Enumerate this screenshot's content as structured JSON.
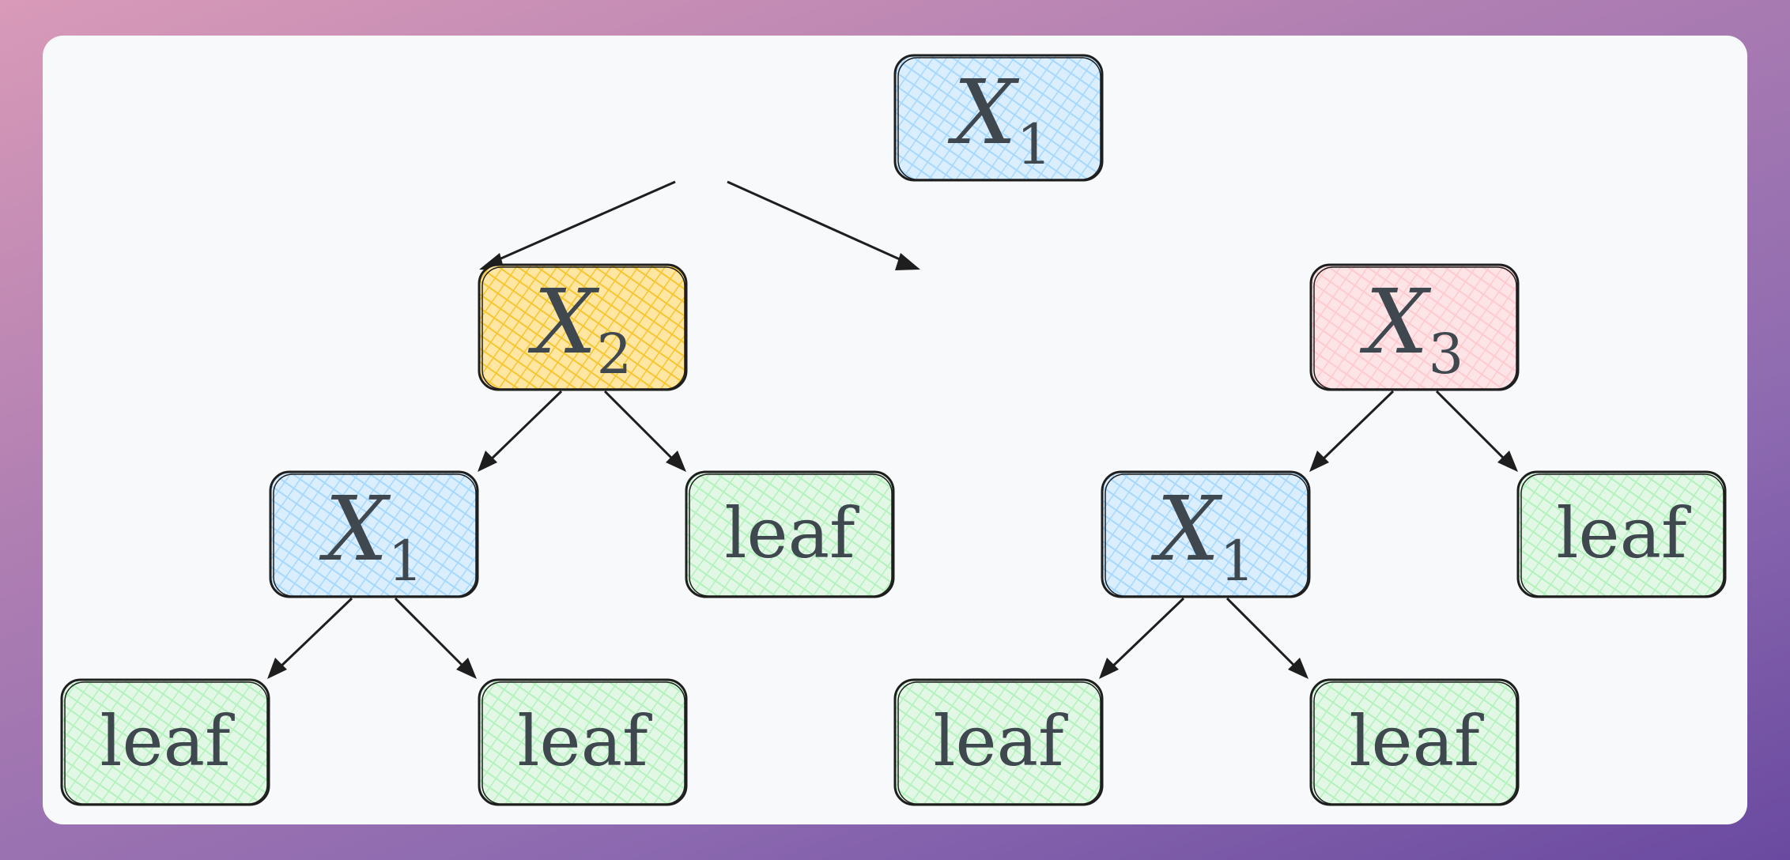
{
  "theme": {
    "blue_fill": "#a5d8ff",
    "yellow_fill": "#ffd43b",
    "pink_fill": "#ffc9c9",
    "green_fill": "#b2f2bb",
    "stroke": "#1e1e1e",
    "text": "#3f474f"
  },
  "tree": {
    "root": {
      "var": "X",
      "sub": "1",
      "color": "blue"
    },
    "left": {
      "var": "X",
      "sub": "2",
      "color": "yellow"
    },
    "right": {
      "var": "X",
      "sub": "3",
      "color": "pink"
    },
    "left_left": {
      "var": "X",
      "sub": "1",
      "color": "blue"
    },
    "left_right": {
      "label": "leaf",
      "color": "green"
    },
    "right_left": {
      "var": "X",
      "sub": "1",
      "color": "blue"
    },
    "right_right": {
      "label": "leaf",
      "color": "green"
    },
    "left_left_left": {
      "label": "leaf",
      "color": "green"
    },
    "left_left_right": {
      "label": "leaf",
      "color": "green"
    },
    "right_left_left": {
      "label": "leaf",
      "color": "green"
    },
    "right_left_right": {
      "label": "leaf",
      "color": "green"
    }
  }
}
